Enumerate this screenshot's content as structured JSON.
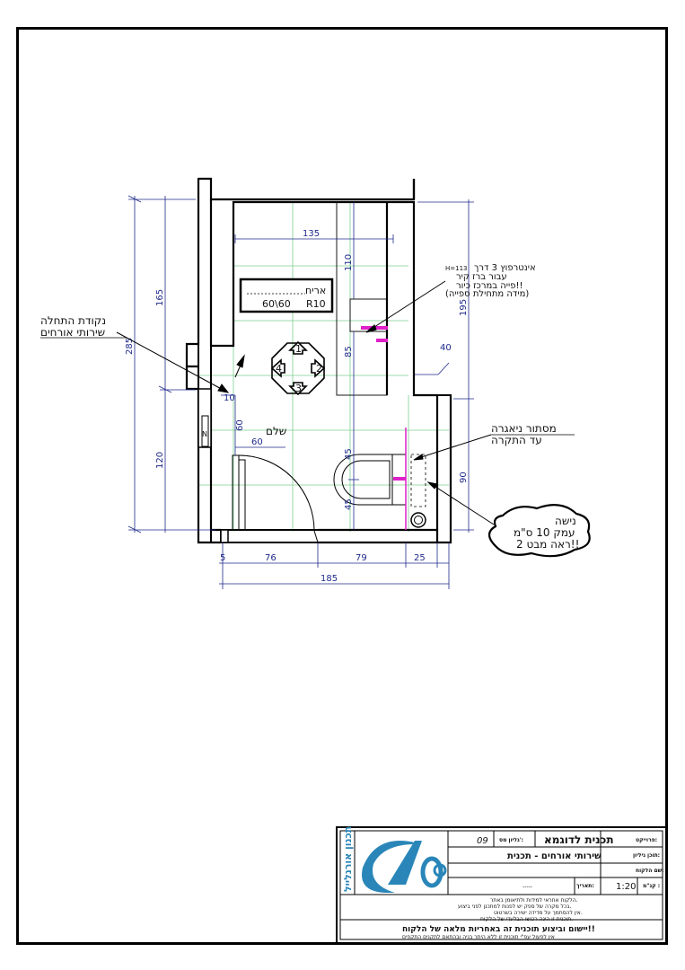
{
  "colors": {
    "dimension": "#1f2a8a",
    "wall": "#000000",
    "tile_grid": "#7ccf8e",
    "pipe": "#e020c8",
    "logo_blue": "#2a86b8"
  },
  "dimensions": {
    "d285": "285",
    "d165": "165",
    "d120": "120",
    "d195": "195",
    "d90": "90",
    "d135": "135",
    "d110": "110",
    "d85": "85",
    "d45a": "45",
    "d45b": "45",
    "d40": "40",
    "d10": "10",
    "d60a": "60",
    "d60b": "60",
    "d5": "5",
    "d76": "76",
    "d79": "79",
    "d25": "25",
    "d185": "185"
  },
  "tile_box": {
    "title": "אריח",
    "spec1": "60\\60",
    "spec2": "R10"
  },
  "direction_numbers": [
    "1",
    "2",
    "3",
    "4"
  ],
  "step_label": "שלם",
  "valve_letter": "N",
  "notes": {
    "start_1": "נקודת התחלה",
    "start_2": "שירותי אורחים",
    "intercept_1": "אינטרפוץ 3 דרך",
    "intercept_h": "H=113",
    "intercept_2": "עבור ברז קיר",
    "intercept_3": "פייה במרכז כיור!!",
    "intercept_4": "(מידה מתחילת ספייה)",
    "cistern_1": "מסתור ניאגרה",
    "cistern_2": "עד התקרה",
    "niche_1": "נישה",
    "niche_2": "עמק 10 ס\"מ",
    "niche_3": "ראה מבט 2!!"
  },
  "title_block": {
    "vertical_company": "תכנון אורנלייל",
    "project_label": "פרוייקט:",
    "project_value": "תכנית לדוגמא",
    "sheet_label": "גליון מס':",
    "sheet_value": "09",
    "content_label": "תוכן גיליון:",
    "content_value": "שירותי אורחים - תכנית",
    "client_label": "שם הלקוח:",
    "client_value": "",
    "scale_label": "קנ\"מ :",
    "scale_value": "1:20",
    "date_label": "תאריך:",
    "date_value": "-----",
    "fine_1": "הלקוח אחראי למידות ולתיאומן באתר.",
    "fine_2": "בכל מקרה של ספק יש לפנות למתכנן לפני ביצוע.",
    "fine_3": "אין להסתמך על מדידה ישירה בשרטוט.",
    "fine_4": "תוכנית זו הינה רכושו הבלעדי של הלקוח.",
    "bold_note": "יישום וביצוע תוכנית זה באחריות מלאה של הלקוח!!",
    "fine_5": "אין לפעול עפ\"י תוכנית זו ללא היתר בניה ובהתאם לתקנים התקפים"
  }
}
